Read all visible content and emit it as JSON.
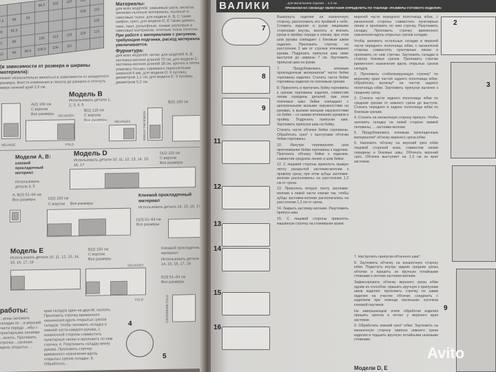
{
  "left_page": {
    "size_table": [
      [
        "",
        "",
        "",
        "96,5",
        "102",
        "107",
        "112",
        "117"
      ],
      [
        "97,5",
        "98",
        "93",
        "",
        "",
        "",
        "104",
        "110"
      ],
      [
        "89",
        "92,5",
        "",
        "",
        "",
        "",
        "",
        "125"
      ],
      [
        "81",
        "86",
        "",
        "106",
        "113",
        "115",
        "118",
        "121"
      ],
      [
        "113",
        "96",
        "96,5",
        "100,5",
        "106",
        "111",
        "",
        ""
      ]
    ],
    "materials_heading": "Материалы:",
    "materials_text": "для всех моделей: замшевые шелк, вискоза, шелково-льняные материалы, льняные и смесовые ткани; для модели A, B, C также шифон, креп; для модели D, E также дамаск, пике, твил, рельефные, тонкие шелковые и смесовые материалы, плотные ткани полотна.",
    "materials_note": "При работе с материалами с рисунком, требующим подгонки, расход материала увеличивается.",
    "fittings_heading": "Фурнитура:",
    "fittings_text": "для всех моделей: нитки; для моделей A, B: застежка-молния длиной 70 см; для модели C: застежка-молния длиной 18 см, крючок и петля, упаковка тесьмы саржевого переплетения шириной 6 мм; для модели D: 6 пуговиц диаметром 1,1 см; для модели E: 5 пуговиц диаметром 5,2 см.",
    "layout_heading": "(в зависимости от размера и ширины материала):",
    "layout_note": "может незначительно меняться в зависимости от конкретного размера. Внести изменения в лекала до раскроя и отогнуть вверх нижний край 2,5 см.",
    "model_b": {
      "title": "Модель B",
      "parts": "Использовать детали 1, 2, 3, 4, 5",
      "b1": "B(1) 115 см",
      "b2": "B(2) 150 см",
      "collar": "С ворсом",
      "sizes": "Все размеры"
    },
    "a2": "A(2) 150 см",
    "models_ab": {
      "title": "Модели A, B:",
      "sub": "клеевой прокладочный материал",
      "parts": "Использовать детали 4, 5",
      "ab3": "A, B(3) 51–64 см",
      "sizes": "Все размеры"
    },
    "model_d": {
      "title": "Модель D",
      "parts": "Использовать детали 10, 11, 12, 13, 14, 15, 16, 17",
      "d1": "D(1) 115 см",
      "d2": "D(2) 150 см",
      "d3": "D(3) 51–64 см",
      "collar": "С ворсом",
      "sizes": "Все размеры",
      "interfacing": "Клеевой прокладочный материал",
      "interfacing_parts": "Использовать детали 14, 15, 16, 17"
    },
    "model_e": {
      "title": "Модель E",
      "parts": "Использовать детали 10, 11, 12, 13, 14, 15, 16, 17, 19",
      "e2": "E(2) 150 см",
      "e3": "E(3) 51–64 см",
      "collar": "С ворсом",
      "sizes": "Все размеры",
      "interfacing": "Клеевой прокладочный материал",
      "interfacing_parts": "Использовать детали 14, 15, 16, 17, 19"
    },
    "labels": {
      "selvages": "SELVAGES",
      "selvage": "SELVAGE",
      "fold": "FOLD",
      "single_thickness": "SINGLE THICKNESS",
      "crosswise_fold": "CROSSWISE FOLD"
    },
    "work_heading": "работы:",
    "work_text_1": "...роны заложить складки по ...в верхней части переда ...ибы с пунктирными линиями ...колоть. Проложить строчки ...начения вдоль открытых ...",
    "work_text_2": "края складок один на другой, сколоть. Проложить строчку временного назначения вдоль открытых срезов складок. Чтобы заложить складку в нижней части каждого рукава, с изнаночной стороны совместить пунктирные линии и проложить по ним строчку. 4. Разутюжить складку внизу рукава. Проложить строчку временного назначения вдоль открытых срезов складки. 5. Обработать...",
    "fig4": "4",
    "fig5": "5"
  },
  "right_page": {
    "banner_title": "ВАЛИКИ",
    "banner_line_1": "...для выполнения отделки ... в 3 см",
    "banner_line_2": "ПРИЗНАКИ НА СВОБОДУ ОБЛЕГАНИЯ ОПРЕДЕЛИТЬ ПО ТАБЛИЦЕ «РАЗМЕРЫ ГОТОВОГО ИЗДЕЛИЯ»",
    "figures": [
      "7",
      "8",
      "9",
      "11",
      "12",
      "13",
      "14",
      "15",
      "16"
    ],
    "right_figures": [
      "2",
      "3",
      "9"
    ],
    "col1": [
      "Вывернуть изделие на изнаночную сторону, расположить его проймой к себе. Сложить изделие и рукав лицевыми сторонами внутрь, вколоть и втачать рукав в пройму переда и спинки, при этом шов рукава совпадает с боковым швом изделия. Проложить строчку на расстоянии 3 мм от строчки втачивания рукава. Подрезать припуски шва ниже выступов до ширины 7 см. Заутюжить припуски шва на рукав.",
      "7. Продублировать клеевым прокладочным материалом* части бейки горловины изделия. Стачать части бейки горловины изделия по плечевым срезам.",
      "8. Приколоть и притачать бейку горловины к срезам горловины изделия, совместив линии середины деталей, при этом плечевые швы бейки совпадают с центральными малыми окружностями на рукавах, а выемки малыми окружностями на бейке – со швами втачивания рукавов в пройму. Подрезать припуски шва. Заутюжить припуски шва на бейку.",
      "Стачать части обтачки бейки горловины. Обработать срез* с выступами обтачки бейки горловины.",
      "10. Изнутри переверните шов притачивания бейки горловины к изделию. Притачать обтачку бейки к изделию, совместив среднюю линию и шов бейки.",
      "12. С лицевой стороны приколоть правую ленту раскрытой застежки-молнии к правому срезу, при этом зубцы застежки-молнии расположены на расстоянии 1,3 см от среза.",
      "13. Приколоть вторую ленту застежки-молнии к левой части спинки так, чтобы зубцы застежки-молнии располагались на расстоянии 1,3 см от среза.",
      "14. Закрыть застежку-молнию. Разутюжить припуск шва.",
      "15. С лицевой стороны приколоть машинную строчку на стачивания краев."
    ],
    "col2": [
      "верхней части переднего полотнища юбки, с изнаночной стороны совместить пунктирные линии и проложить по ним строчку. Разутюжить складку. Проложить строчку временного назначения вдоль открытых срезов складки.",
      "Чтобы заложить остальные складки в верхней части переднего полотнища юбки, с изнаночной стороны совместить пунктирные линии и проложить по ним строчки. Заутюжить складки в сторону боковых срезов. Проложить строчки временного назначения вдоль открытых срезов складок.",
      "2. Проложить стабилизирующую строчку* по верхнему краю частей заднего полотнища юбки. Обработать вытачку* на частях заднего полотнища юбки. Заутюжить припуски вытачек к среднему срезу.",
      "3. Стачать части заднего полотнища юбки по средним срезам от нижнего среза до выступа. Стачать переднее и заднее полотнища юбки по боковым срезам.",
      "4. Стачать на изнаночную сторону припуск. Чтобы заложить складку на левой стороне правой половины, ... застежки-молнии.",
      "5. Продублировать клеевым прокладочным материалом* обтачку верхнего среза юбки.",
      "6. Наложить обтачку на верхний срез юбки лицевой стороной вниз, совместив линии середины и боковые швы. Обтачать верхний срез. Обтачка выступает на 1,3 см за края застежки."
    ],
    "col3": [
      "7. Настрочить припуски обтачного шва*.",
      "8. Заутюжить обтачку на изнаночную сторону юбки. Подогнуть внутрь задние средние срезы обтачки и пришить их вручную потайными стежками к лентам застежки-молнии.",
      "Зафиксировать обтачку верхнего среза юбки одним из способов: пришить вручную к припускам швов изделия; проложить строчку по швам изделия на участке обтачки; соединить с изделием при помощи маленьких кусочков клеевой паутинки.",
      "На завершающем этапе обработки изделия пришить крючок и петлю у верхнего края застежки.",
      "9. Обработать нижний срез* юбки. Заутюжить на изнаночную сторону припуск нижнего среза изделия и подшить вручную потайными шовными стежками."
    ],
    "models_de": "Модели D, E"
  },
  "watermark": "Avito"
}
